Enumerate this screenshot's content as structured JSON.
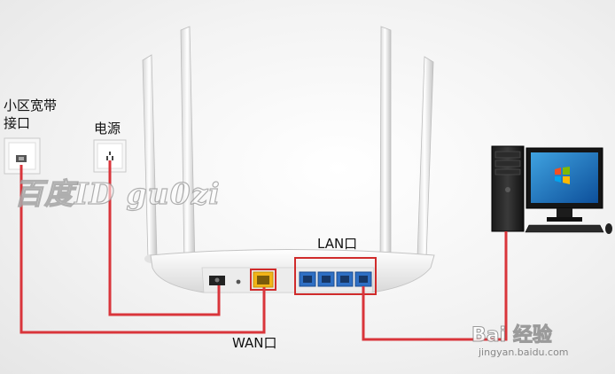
{
  "labels": {
    "broadband": "小区宽带",
    "broadband_line2": "接口",
    "power": "电源",
    "lan": "LAN口",
    "wan": "WAN口"
  },
  "watermarks": {
    "author": "百度ID gu0zi",
    "baidu_brand": "Bai 经验",
    "url": "jingyan.baidu.com"
  },
  "colors": {
    "cable": "#d9353b",
    "highlight_box": "#d02b2b",
    "wan_port": "#f2b418",
    "lan_port": "#2e6fc4"
  },
  "icons": [
    "wall-socket-icon",
    "power-outlet-icon",
    "router-icon",
    "desktop-computer-icon"
  ]
}
